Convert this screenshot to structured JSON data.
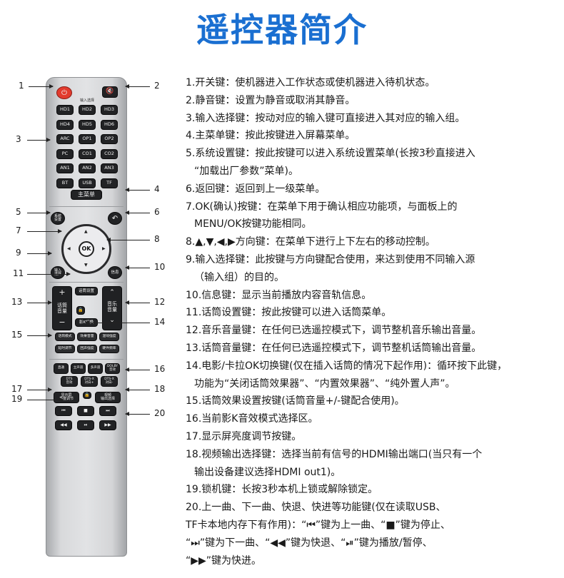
{
  "title": "遥控器简介",
  "remote": {
    "power_icon": "power-icon",
    "mute_icon": "mute-icon",
    "input_header": "输入选择",
    "input_keys": [
      "HD1",
      "HD2",
      "HD3",
      "HD4",
      "HD5",
      "HD6",
      "ARC",
      "OP1",
      "OP2",
      "PC",
      "CO1",
      "CO2",
      "AN1",
      "AN2",
      "AN3",
      "BT",
      "USB",
      "TF"
    ],
    "main_menu": "主菜单",
    "system_settings": "系统\n设置",
    "return_icon": "return-icon",
    "ok": "OK",
    "input_select": "输入\n选择",
    "info": "信息",
    "mic_settings": "话筒设置",
    "mic_volume": "话筒\n音量",
    "music_volume": "音乐\n音量",
    "movie_switch": "影K切换",
    "lock_icon": "lock-icon",
    "mode_keys": [
      "话筒模式",
      "效果音量",
      "混响强度",
      "延时调节",
      "回声强度",
      "硬件频率"
    ],
    "sound_keys": [
      "直通",
      "立声道",
      "多声道",
      "DOLBY\n音效",
      "DTS\n音效",
      "DTS-X\n对白+",
      "DTS-X\n对白-"
    ],
    "bright_key": "显示屏\n亮度调节",
    "video_key": "视频\n输出选择",
    "play_keys": [
      "⏮",
      "■",
      "⏭",
      "◀◀",
      "⏯",
      "▶▶"
    ]
  },
  "callouts": [
    "1",
    "2",
    "3",
    "4",
    "5",
    "6",
    "7",
    "8",
    "9",
    "10",
    "11",
    "12",
    "13",
    "14",
    "15",
    "16",
    "17",
    "18",
    "19",
    "20"
  ],
  "descriptions": [
    {
      "text": "1.开关键：使机器进入工作状态或使机器进入待机状态。",
      "indent": false
    },
    {
      "text": "2.静音键：设置为静音或取消其静音。",
      "indent": false
    },
    {
      "text": "3.输入选择键：按动对应的输入键可直接进入其对应的输入组。",
      "indent": false
    },
    {
      "text": "4.主菜单键：按此按键进入屏幕菜单。",
      "indent": false
    },
    {
      "text": "5.系统设置键：按此按键可以进入系统设置菜单(长按3秒直接进入",
      "indent": false
    },
    {
      "text": "“加载出厂参数”菜单)。",
      "indent": true
    },
    {
      "text": "6.返回键：返回到上一级菜单。",
      "indent": false
    },
    {
      "text": "7.OK(确认)按键：在菜单下用于确认相应功能项，与面板上的",
      "indent": false
    },
    {
      "text": "MENU/OK按键功能相同。",
      "indent": true
    },
    {
      "text": "8.▲,▼,◀,▶方向键：在菜单下进行上下左右的移动控制。",
      "indent": false
    },
    {
      "text": "9.输入选择键：此按键与方向键配合使用，来达到使用不同输入源",
      "indent": false
    },
    {
      "text": "（输入组）的目的。",
      "indent": true
    },
    {
      "text": "10.信息键：显示当前播放内容音轨信息。",
      "indent": false
    },
    {
      "text": "11.话筒设置键：按此按键可以进入话筒菜单。",
      "indent": false
    },
    {
      "text": "12.音乐音量键：在任何已选遥控模式下，调节整机音乐输出音量。",
      "indent": false
    },
    {
      "text": "13.话筒音量键：在任何已选遥控模式下，调节整机话筒输出音量。",
      "indent": false
    },
    {
      "text": "14.电影/卡拉OK切换键(仅在插入话筒的情况下起作用)：循环按下此键，",
      "indent": false
    },
    {
      "text": "功能为“关闭话筒效果器”、“内置效果器”、“纯外置人声”。",
      "indent": true
    },
    {
      "text": "15.话筒效果设置按键(话筒音量+/-键配合使用)。",
      "indent": false
    },
    {
      "text": "16.当前影K音效模式选择区。",
      "indent": false
    },
    {
      "text": "17.显示屏亮度调节按键。",
      "indent": false
    },
    {
      "text": "18.视频输出选择键：选择当前有信号的HDMI输出端口(当只有一个",
      "indent": false
    },
    {
      "text": "输出设备建议选择HDMI out1)。",
      "indent": true
    },
    {
      "text": "19.锁机键：长按3秒本机上锁或解除锁定。",
      "indent": false
    },
    {
      "text": "20.上一曲、下一曲、快退、快进等功能键(仅在读取USB、",
      "indent": false
    },
    {
      "text": "TF卡本地内存下有作用)：“⏮”键为上一曲、“■”键为停止、",
      "indent": false
    },
    {
      "text": "“⏭”键为下一曲、“◀◀”键为快退、“⏯”键为播放/暂停、",
      "indent": false
    },
    {
      "text": "“▶▶”键为快进。",
      "indent": false
    }
  ]
}
